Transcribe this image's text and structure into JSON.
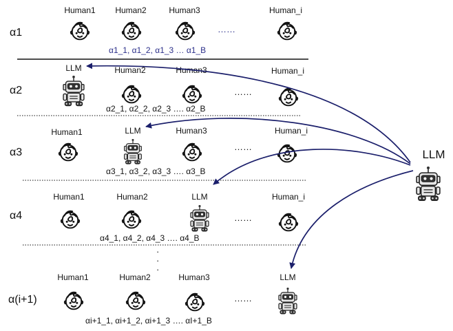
{
  "rows": [
    {
      "alpha": "α1",
      "slots": [
        {
          "label": "Human1",
          "kind": "human"
        },
        {
          "label": "Human2",
          "kind": "human"
        },
        {
          "label": "Human3",
          "kind": "human"
        },
        {
          "label": "Human_i",
          "kind": "human"
        }
      ],
      "ellipsis": "……",
      "subscript": "α1_1,  α1_2, α1_3 … α1_B"
    },
    {
      "alpha": "α2",
      "slots": [
        {
          "label": "LLM",
          "kind": "robot"
        },
        {
          "label": "Human2",
          "kind": "human"
        },
        {
          "label": "Human3",
          "kind": "human"
        },
        {
          "label": "Human_i",
          "kind": "human"
        }
      ],
      "ellipsis": "……",
      "subscript": "α2_1,  α2_2, α2_3 …. α2_B"
    },
    {
      "alpha": "α3",
      "slots": [
        {
          "label": "Human1",
          "kind": "human"
        },
        {
          "label": "LLM",
          "kind": "robot"
        },
        {
          "label": "Human3",
          "kind": "human"
        },
        {
          "label": "Human_i",
          "kind": "human"
        }
      ],
      "ellipsis": "……",
      "subscript": "α3_1,  α3_2, α3_3 …. α3_B"
    },
    {
      "alpha": "α4",
      "slots": [
        {
          "label": "Human1",
          "kind": "human"
        },
        {
          "label": "Human2",
          "kind": "human"
        },
        {
          "label": "LLM",
          "kind": "robot"
        },
        {
          "label": "Human_i",
          "kind": "human"
        }
      ],
      "ellipsis": "……",
      "subscript": "α4_1,  α4_2, α4_3 …. α4_B"
    },
    {
      "alpha": "α(i+1)",
      "slots": [
        {
          "label": "Human1",
          "kind": "human"
        },
        {
          "label": "Human2",
          "kind": "human"
        },
        {
          "label": "Human3",
          "kind": "human"
        },
        {
          "label": "LLM",
          "kind": "robot"
        }
      ],
      "ellipsis": "……",
      "subscript": "αi+1_1,  αi+1_2, αi+1_3 …. αI+1_B"
    }
  ],
  "llm_source": {
    "label": "LLM"
  },
  "vertical_dots": "·  ·  ·",
  "colors": {
    "arrow": "#1b1f6b",
    "subscript_first_row": "#2b2f8a"
  }
}
